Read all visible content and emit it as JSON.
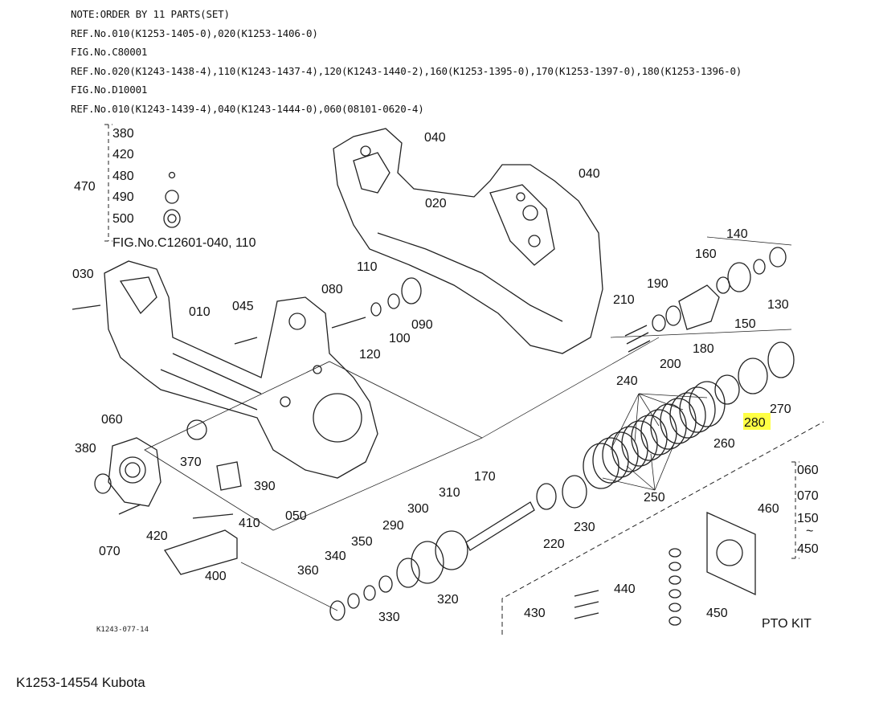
{
  "notes": [
    "NOTE:ORDER BY 11 PARTS(SET)",
    "REF.No.010(K1253-1405-0),020(K1253-1406-0)",
    "FIG.No.C80001",
    "REF.No.020(K1243-1438-4),110(K1243-1437-4),120(K1243-1440-2),160(K1253-1395-0),170(K1253-1397-0),180(K1253-1396-0)",
    "FIG.No.D10001",
    "REF.No.010(K1243-1439-4),040(K1243-1444-0),060(08101-0620-4)"
  ],
  "diagram": {
    "group_470": {
      "label": "470",
      "items": [
        "380",
        "420",
        "480",
        "490",
        "500"
      ],
      "fig_ref": "FIG.No.C12601-040, 110"
    },
    "group_460": {
      "label": "460",
      "items": [
        "060",
        "070",
        "150",
        "~",
        "450"
      ]
    },
    "part_labels": {
      "p040a": "040",
      "p040b": "040",
      "p020": "020",
      "p030": "030",
      "p010": "010",
      "p045": "045",
      "p080": "080",
      "p110": "110",
      "p100": "100",
      "p090": "090",
      "p120": "120",
      "p060": "060",
      "p380": "380",
      "p370": "370",
      "p390": "390",
      "p050": "050",
      "p410": "410",
      "p420": "420",
      "p070": "070",
      "p400": "400",
      "p160": "160",
      "p140": "140",
      "p190": "190",
      "p210": "210",
      "p130": "130",
      "p150": "150",
      "p180": "180",
      "p200": "200",
      "p240": "240",
      "p270": "270",
      "p280": "280",
      "p260": "260",
      "p250": "250",
      "p170": "170",
      "p310": "310",
      "p300": "300",
      "p290": "290",
      "p350": "350",
      "p340": "340",
      "p360": "360",
      "p330": "330",
      "p320": "320",
      "p220": "220",
      "p230": "230",
      "p440": "440",
      "p430": "430",
      "p450": "450"
    },
    "highlighted_part": "280",
    "kit_label": "PTO KIT",
    "drawing_code": "K1243-077-14"
  },
  "caption": "K1253-14554 Kubota",
  "colors": {
    "highlight": "#ffff44",
    "ink": "#111111"
  }
}
